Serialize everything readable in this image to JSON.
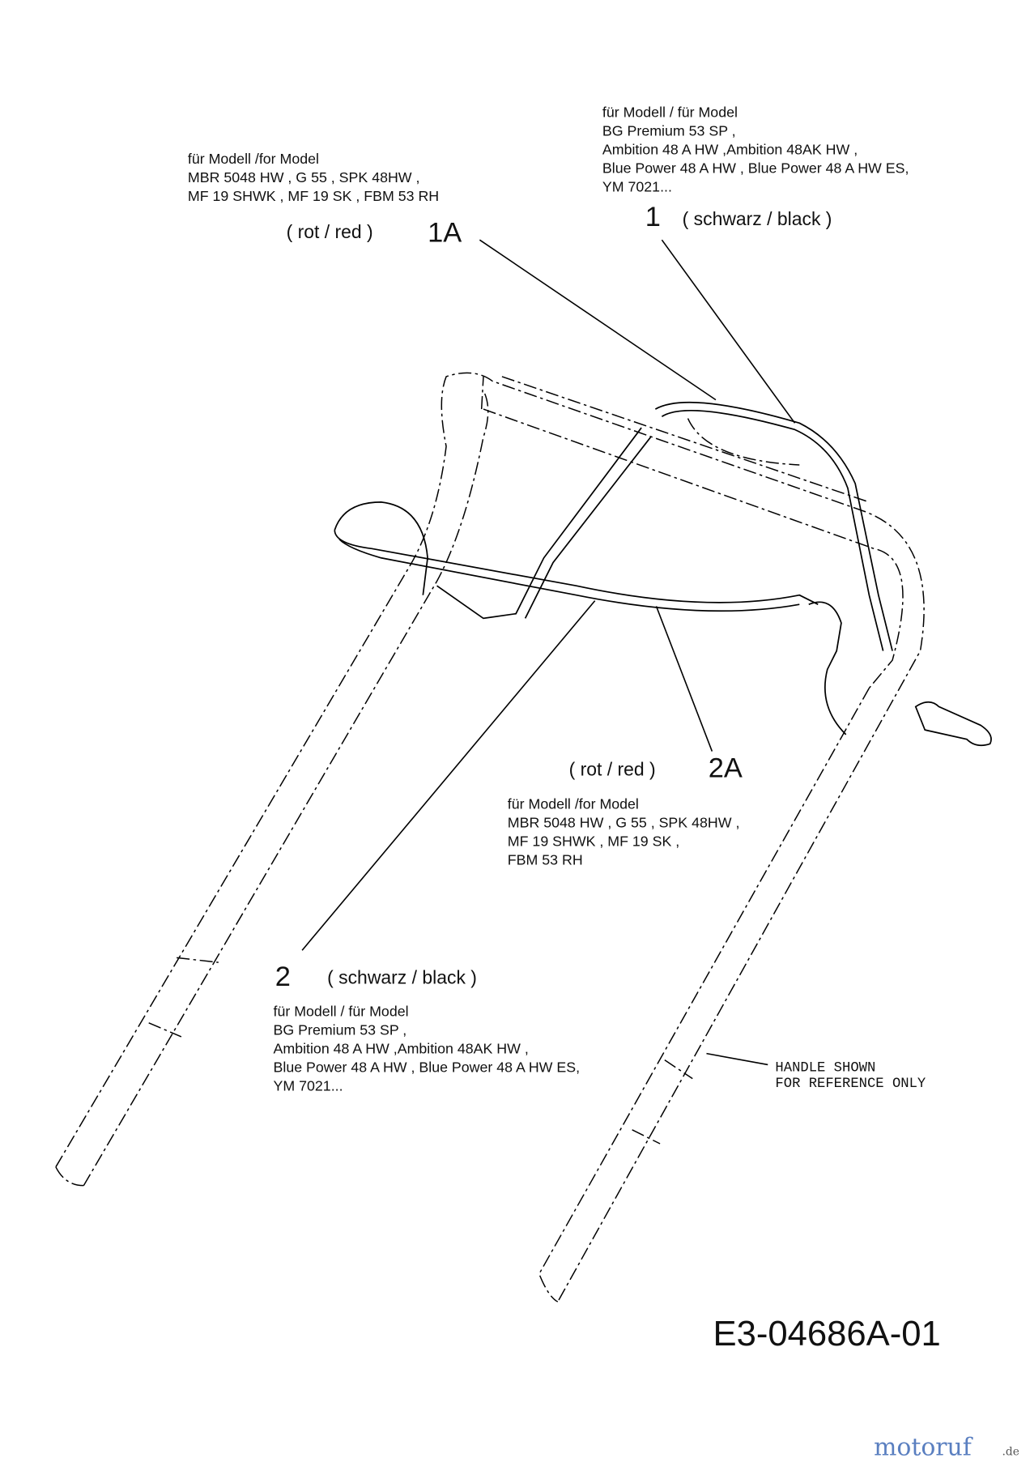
{
  "callouts": {
    "part_1A": {
      "number": "1A",
      "color": "( rot /  red )",
      "models": [
        "für Modell /for Model",
        "MBR 5048 HW ,  G 55 , SPK 48HW ,",
        "MF 19 SHWK , MF 19 SK ,  FBM 53 RH"
      ]
    },
    "part_1": {
      "number": "1",
      "color": "( schwarz / black )",
      "models": [
        "für Modell / für Model",
        "BG Premium 53 SP ,",
        "Ambition 48 A HW ,Ambition 48AK HW ,",
        "Blue Power 48 A HW , Blue Power 48 A HW ES,",
        "YM 7021..."
      ]
    },
    "part_2A": {
      "number": "2A",
      "color": "( rot /  red )",
      "models": [
        "für Modell /for Model",
        "MBR 5048 HW ,  G 55 , SPK 48HW ,",
        "MF 19 SHWK , MF 19 SK ,",
        "FBM 53 RH"
      ]
    },
    "part_2": {
      "number": "2",
      "color": "( schwarz / black )",
      "models": [
        "für Modell / für Model",
        "BG Premium 53 SP ,",
        "Ambition 48 A HW ,Ambition 48AK HW ,",
        "Blue Power 48 A HW , Blue Power 48 A HW ES,",
        "YM 7021..."
      ]
    }
  },
  "handle_note": [
    "HANDLE SHOWN",
    "FOR REFERENCE ONLY"
  ],
  "diagram_code": "E3-04686A-01",
  "watermark": {
    "brand": "motoruf",
    "tld": ".de"
  }
}
